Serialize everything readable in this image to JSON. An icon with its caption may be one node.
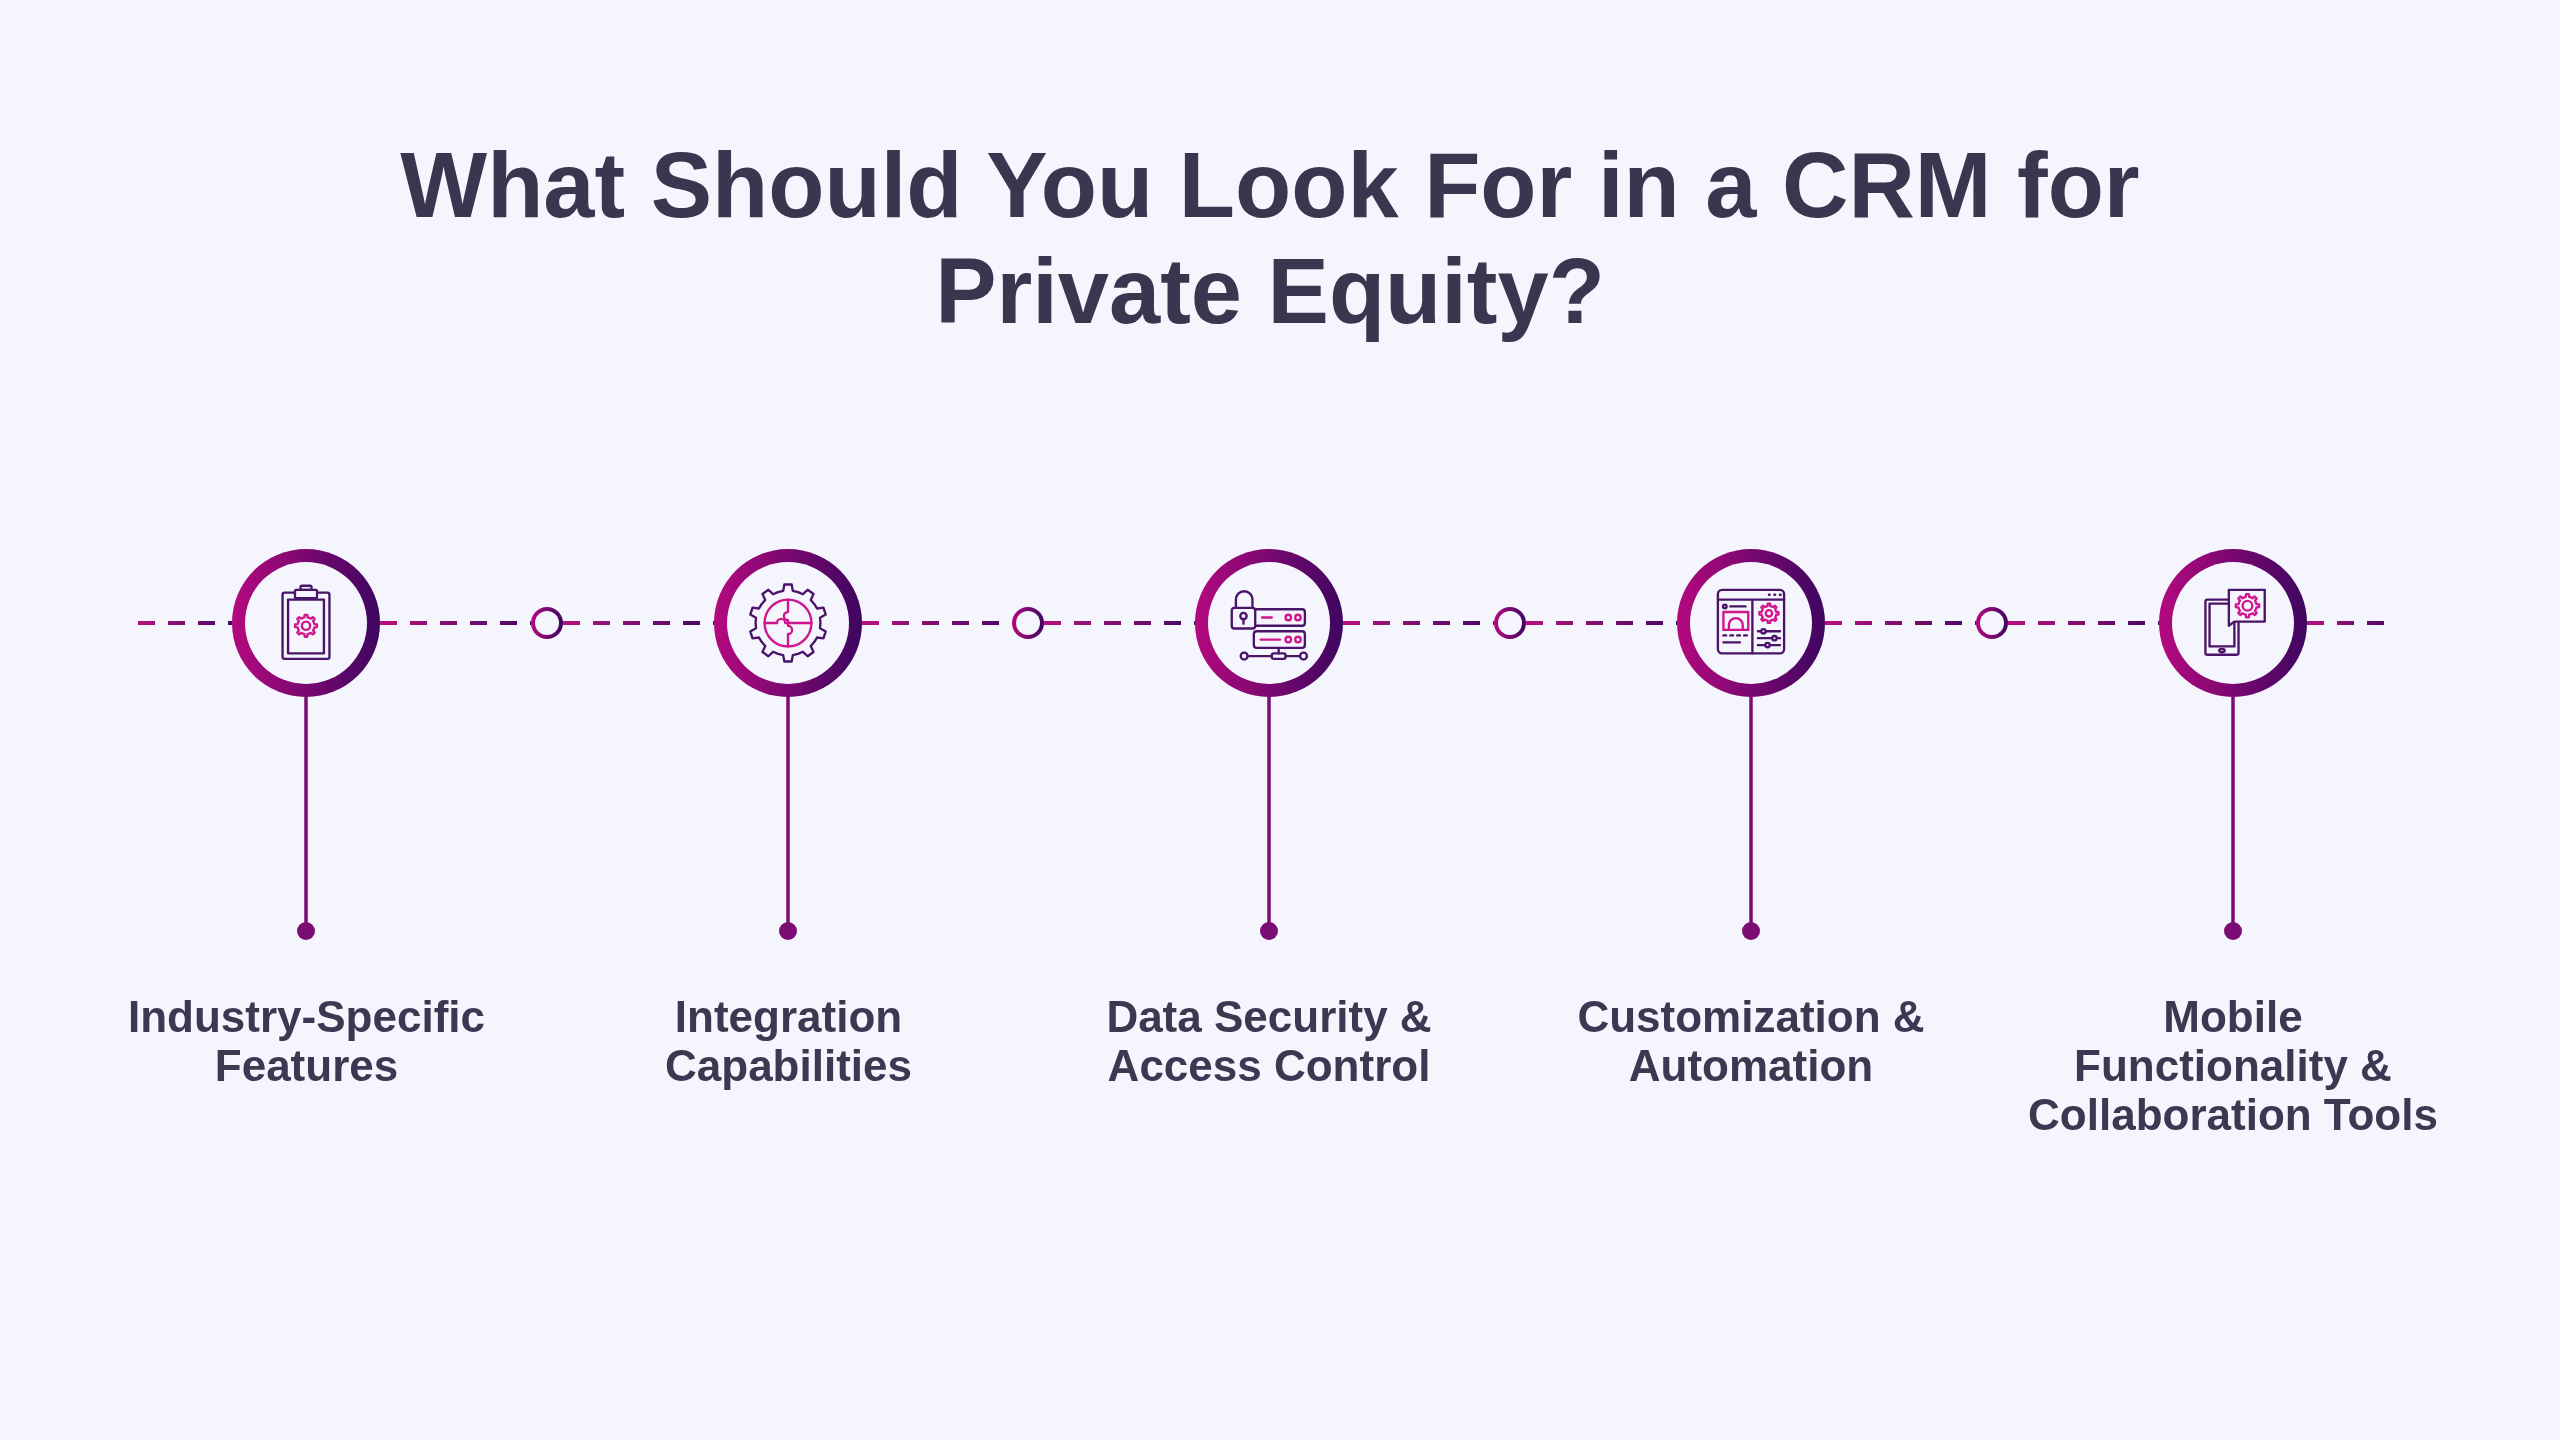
{
  "diagram": {
    "title": "What Should You Look For in a CRM for Private Equity?",
    "nodes": [
      {
        "text": [],
        "shape": "circle"
      },
      {
        "text": [],
        "shape": "circle"
      },
      {
        "text": [],
        "shape": "circle"
      },
      {
        "text": [],
        "shape": "circle"
      },
      {
        "text": [],
        "shape": "circle"
      },
      {
        "text": [],
        "shape": "circle"
      },
      {
        "text": [],
        "shape": "circle"
      },
      {
        "text": [],
        "shape": "circle"
      },
      {
        "text": [],
        "shape": "circle"
      },
      {
        "text": [
          "Industry-Specific Features"
        ]
      },
      {
        "text": [
          "Integration Capabilities"
        ]
      },
      {
        "text": [
          "Data Security & Access Control"
        ]
      },
      {
        "text": [
          "Customization & Automation"
        ]
      },
      {
        "text": [
          "Mobile Functionality & Collaboration Tools"
        ]
      }
    ],
    "edges": [
      {
        "from": null,
        "to": 0,
        "arrow": "none",
        "style": "dashed"
      },
      {
        "from": 0,
        "to": 1,
        "arrow": "none",
        "style": "dashed"
      },
      {
        "from": 1,
        "to": 2,
        "arrow": "none",
        "style": "dashed"
      },
      {
        "from": 2,
        "to": 3,
        "arrow": "none",
        "style": "dashed"
      },
      {
        "from": 3,
        "to": 4,
        "arrow": "none",
        "style": "dashed"
      },
      {
        "from": 4,
        "to": 5,
        "arrow": "none",
        "style": "dashed"
      },
      {
        "from": 5,
        "to": 6,
        "arrow": "none",
        "style": "dashed"
      },
      {
        "from": 6,
        "to": 7,
        "arrow": "none",
        "style": "dashed"
      },
      {
        "from": 7,
        "to": 8,
        "arrow": "none",
        "style": "dashed"
      },
      {
        "from": 8,
        "to": null,
        "arrow": "none",
        "style": "dashed"
      },
      {
        "from": 0,
        "to": 9,
        "arrow": "other"
      },
      {
        "from": 2,
        "to": 10,
        "arrow": "other"
      },
      {
        "from": 4,
        "to": 11,
        "arrow": "other"
      },
      {
        "from": 6,
        "to": 12,
        "arrow": "other"
      },
      {
        "from": 8,
        "to": 13,
        "arrow": "other"
      }
    ]
  }
}
